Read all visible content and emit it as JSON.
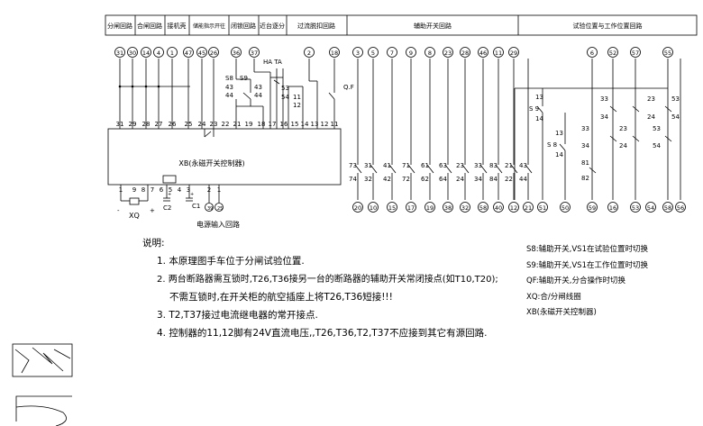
{
  "header": {
    "cells": [
      "分闸回路",
      "合闸回路",
      "接机壳",
      "储能指示开往",
      "闭锁回路",
      "近台逐分",
      "过流脱扣回路",
      "辅助开关回路",
      "试验位置与工作位置回路"
    ]
  },
  "top_terminals": [
    "31",
    "30",
    "14",
    "4",
    "1",
    "47",
    "45",
    "26",
    "36",
    "37",
    "2",
    "18",
    "3",
    "5",
    "7",
    "9",
    "8",
    "23",
    "28",
    "46",
    "11",
    "29",
    "6",
    "52",
    "57",
    "55"
  ],
  "controller_pins": [
    "31",
    "29",
    "28",
    "27",
    "26",
    "25",
    "24",
    "23",
    "22",
    "21",
    "19",
    "18",
    "17",
    "16",
    "15",
    "14",
    "13",
    "12",
    "11"
  ],
  "bottom_pins": [
    "1",
    "9",
    "8",
    "7",
    "6",
    "5",
    "4",
    "3",
    "2",
    "1"
  ],
  "contact_pairs": [
    [
      "73",
      "74"
    ],
    [
      "31",
      "32"
    ],
    [
      "41",
      "42"
    ],
    [
      "71",
      "72"
    ],
    [
      "61",
      "62"
    ],
    [
      "63",
      "64"
    ],
    [
      "23",
      "24"
    ],
    [
      "33",
      "34"
    ],
    [
      "83",
      "84"
    ],
    [
      "21",
      "22"
    ],
    [
      "43",
      "44"
    ]
  ],
  "bottom_terminals": [
    "20",
    "10",
    "15",
    "17",
    "19",
    "38",
    "32",
    "58",
    "40",
    "12",
    "21",
    "51",
    "50",
    "59",
    "16",
    "53",
    "54",
    "58",
    "56"
  ],
  "switch_labels": {
    "s8": "S8",
    "s9": "S9",
    "hata": "HA TA",
    "qf": "Q.F",
    "s9b": "S 9",
    "s8b": "S 8",
    "c43": "43",
    "c44": "44",
    "c53": "53",
    "c54": "54",
    "c11": "11",
    "c12": "12",
    "r13a": "13",
    "r14a": "14",
    "r13b": "13",
    "r14b": "14",
    "r33": "33",
    "r34": "34",
    "r23": "23",
    "r24": "24",
    "r53": "53",
    "r54": "54",
    "r81": "81",
    "r82": "82",
    "r23b": "23",
    "r24b": "24",
    "r53b": "53",
    "r54b": "54",
    "r33b": "33",
    "r34b": "34"
  },
  "controller_label": "XB(永磁开关控制器)",
  "xq_label": "XQ",
  "c1_label": "C1",
  "c2_label": "C2",
  "power_label": "电源输入回路",
  "notes_title": "说明:",
  "notes": [
    "1. 本原理图手车位于分闸试验位置.",
    "2. 两台断路器需互锁时,T26,T36接另一台的断路器的辅助开关常闭接点(如T10,T20);",
    "不需互锁时,在开关柜的航空插座上将T26,T36短接!!!",
    "3. T2,T37接过电流继电器的常开接点.",
    "4. 控制器的11,12脚有24V直流电压,,T26,T36,T2,T37不应接到其它有源回路."
  ],
  "legend": [
    "S8:辅助开关,VS1在试验位置时切换",
    "S9:辅助开关,VS1在工作位置时切换",
    "QF:辅助开关,分合操作时切换",
    "XQ:合/分闸线圈",
    "XB(永磁开关控制器)"
  ]
}
